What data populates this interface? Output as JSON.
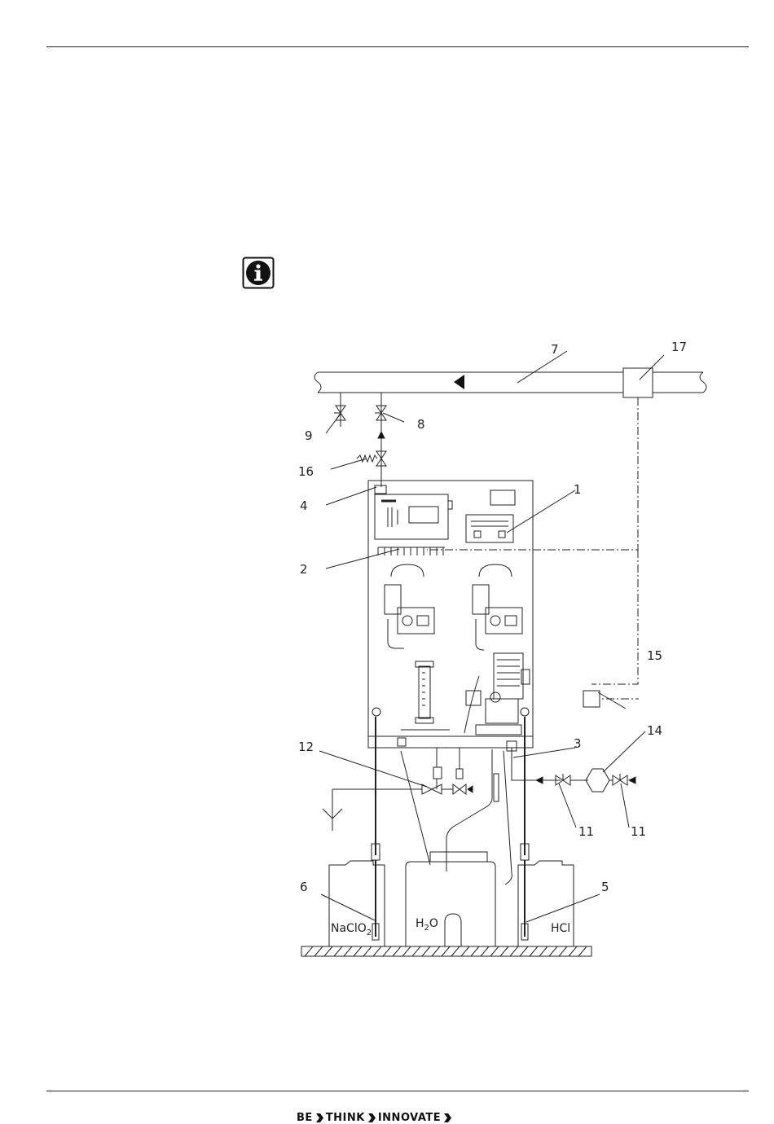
{
  "diagram": {
    "callouts": {
      "c1": "1",
      "c2": "2",
      "c3": "3",
      "c4": "4",
      "c5": "5",
      "c6": "6",
      "c7": "7",
      "c8": "8",
      "c9": "9",
      "c11a": "11",
      "c11b": "11",
      "c12": "12",
      "c14": "14",
      "c15": "15",
      "c16": "16",
      "c17": "17"
    },
    "tanks": {
      "left": "NaClO",
      "left_sub": "2",
      "middle": "H",
      "middle_sub": "2",
      "middle_tail": "O",
      "right": "HCl"
    }
  },
  "footer": {
    "w1": "BE",
    "w2": "THINK",
    "w3": "INNOVATE"
  },
  "icons": {
    "info": "info-icon",
    "chevron": "chevron-right-icon"
  },
  "colors": {
    "line": "#222222",
    "background": "#ffffff"
  }
}
